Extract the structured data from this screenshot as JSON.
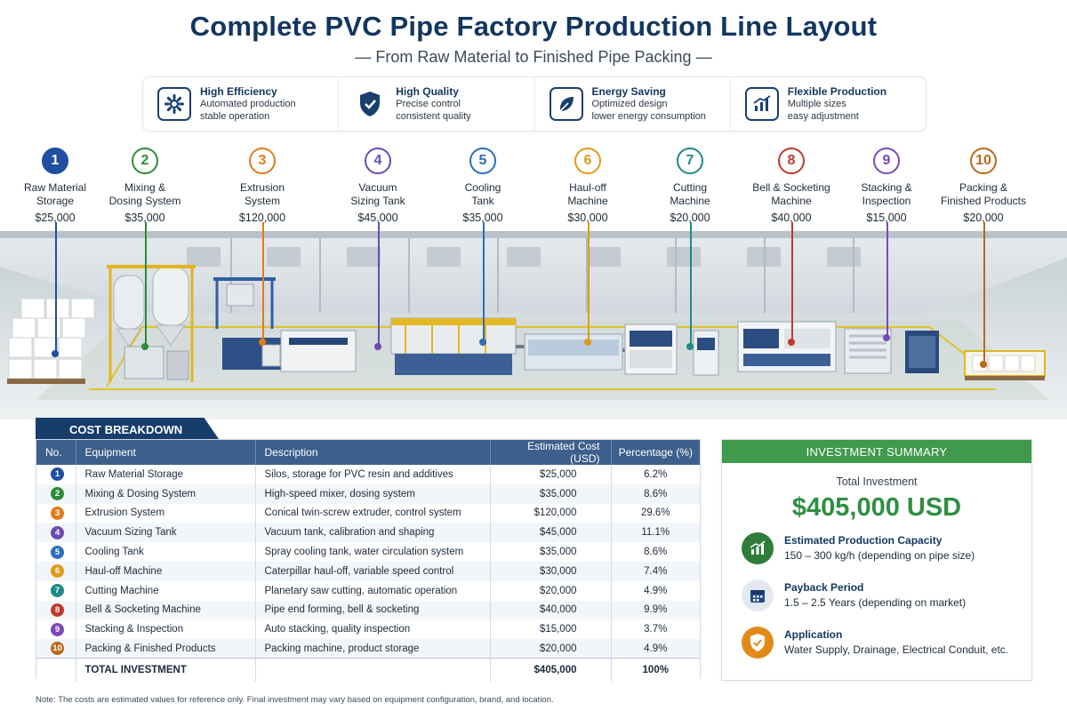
{
  "header": {
    "title": "Complete PVC Pipe Factory Production Line Layout",
    "subtitle": "— From Raw Material to Finished Pipe Packing —"
  },
  "features": [
    {
      "title": "High Efficiency",
      "line1": "Automated production",
      "line2": "stable operation",
      "icon": "gear-icon"
    },
    {
      "title": "High Quality",
      "line1": "Precise control",
      "line2": "consistent quality",
      "icon": "shield-check-icon"
    },
    {
      "title": "Energy Saving",
      "line1": "Optimized design",
      "line2": "lower energy consumption",
      "icon": "leaf-icon"
    },
    {
      "title": "Flexible Production",
      "line1": "Multiple sizes",
      "line2": "easy adjustment",
      "icon": "bar-chart-icon"
    }
  ],
  "steps": [
    {
      "no": "1",
      "name1": "Raw Material",
      "name2": "Storage",
      "cost": "$25,000",
      "color": "#1f4fa0"
    },
    {
      "no": "2",
      "name1": "Mixing &",
      "name2": "Dosing System",
      "cost": "$35,000",
      "color": "#2e8b3a"
    },
    {
      "no": "3",
      "name1": "Extrusion",
      "name2": "System",
      "cost": "$120,000",
      "color": "#e07b1a"
    },
    {
      "no": "4",
      "name1": "Vacuum",
      "name2": "Sizing Tank",
      "cost": "$45,000",
      "color": "#6b4bb5"
    },
    {
      "no": "5",
      "name1": "Cooling",
      "name2": "Tank",
      "cost": "$35,000",
      "color": "#2a6fb8"
    },
    {
      "no": "6",
      "name1": "Haul-off",
      "name2": "Machine",
      "cost": "$30,000",
      "color": "#e09a1a"
    },
    {
      "no": "7",
      "name1": "Cutting",
      "name2": "Machine",
      "cost": "$20,000",
      "color": "#1f8a86"
    },
    {
      "no": "8",
      "name1": "Bell & Socketing",
      "name2": "Machine",
      "cost": "$40,000",
      "color": "#c0392b"
    },
    {
      "no": "9",
      "name1": "Stacking &",
      "name2": "Inspection",
      "cost": "$15,000",
      "color": "#7a4bb8"
    },
    {
      "no": "10",
      "name1": "Packing &",
      "name2": "Finished Products",
      "cost": "$20,000",
      "color": "#b8691a"
    }
  ],
  "cost_table": {
    "tab_label": "COST BREAKDOWN",
    "headers": [
      "No.",
      "Equipment",
      "Description",
      "Estimated Cost (USD)",
      "Percentage (%)"
    ],
    "rows": [
      {
        "no": "1",
        "equipment": "Raw Material Storage",
        "description": "Silos, storage for PVC resin and additives",
        "cost": "$25,000",
        "pct": "6.2%",
        "color": "#1f4fa0"
      },
      {
        "no": "2",
        "equipment": "Mixing & Dosing System",
        "description": "High-speed mixer, dosing system",
        "cost": "$35,000",
        "pct": "8.6%",
        "color": "#2e8b3a"
      },
      {
        "no": "3",
        "equipment": "Extrusion System",
        "description": "Conical twin-screw extruder, control system",
        "cost": "$120,000",
        "pct": "29.6%",
        "color": "#e07b1a"
      },
      {
        "no": "4",
        "equipment": "Vacuum Sizing Tank",
        "description": "Vacuum tank, calibration and shaping",
        "cost": "$45,000",
        "pct": "11.1%",
        "color": "#6b4bb5"
      },
      {
        "no": "5",
        "equipment": "Cooling Tank",
        "description": "Spray cooling tank, water circulation system",
        "cost": "$35,000",
        "pct": "8.6%",
        "color": "#2a6fb8"
      },
      {
        "no": "6",
        "equipment": "Haul-off Machine",
        "description": "Caterpillar haul-off, variable speed control",
        "cost": "$30,000",
        "pct": "7.4%",
        "color": "#e09a1a"
      },
      {
        "no": "7",
        "equipment": "Cutting Machine",
        "description": "Planetary saw cutting, automatic operation",
        "cost": "$20,000",
        "pct": "4.9%",
        "color": "#1f8a86"
      },
      {
        "no": "8",
        "equipment": "Bell & Socketing Machine",
        "description": "Pipe end forming, bell & socketing",
        "cost": "$40,000",
        "pct": "9.9%",
        "color": "#c0392b"
      },
      {
        "no": "9",
        "equipment": "Stacking & Inspection",
        "description": "Auto stacking, quality inspection",
        "cost": "$15,000",
        "pct": "3.7%",
        "color": "#7a4bb8"
      },
      {
        "no": "10",
        "equipment": "Packing & Finished Products",
        "description": "Packing machine, product storage",
        "cost": "$20,000",
        "pct": "4.9%",
        "color": "#b8691a"
      }
    ],
    "total": {
      "label": "TOTAL INVESTMENT",
      "cost": "$405,000",
      "pct": "100%"
    }
  },
  "investment": {
    "heading": "INVESTMENT SUMMARY",
    "total_label": "Total Investment",
    "total_value": "$405,000 USD",
    "items": [
      {
        "title": "Estimated Production Capacity",
        "desc": "150 – 300 kg/h (depending on pipe size)",
        "icon": "capacity-chart-icon",
        "color": "#2e7d3a"
      },
      {
        "title": "Payback Period",
        "desc": "1.5 – 2.5 Years (depending on market)",
        "icon": "calendar-icon",
        "color": "#1f4a86"
      },
      {
        "title": "Application",
        "desc": "Water Supply, Drainage, Electrical Conduit, etc.",
        "icon": "shield-icon",
        "color": "#e08a1a"
      }
    ]
  },
  "note": "Note: The costs are estimated values for reference only. Final investment may vary based on equipment configuration, brand, and location."
}
